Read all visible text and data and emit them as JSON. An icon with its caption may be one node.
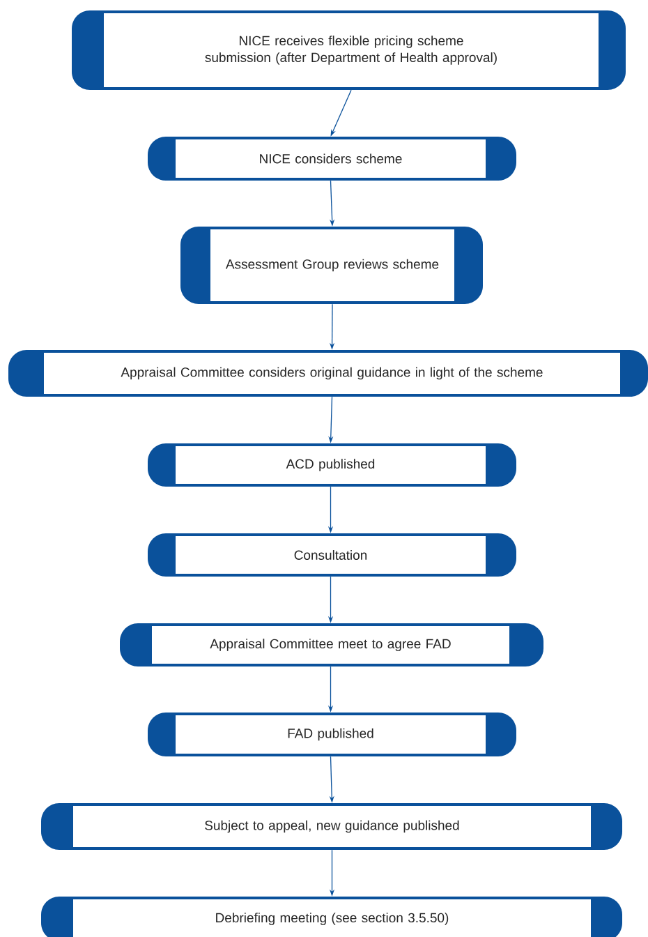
{
  "diagram": {
    "nodes": [
      {
        "text": [
          "NICE receives flexible pricing scheme submission (after Department of Health approval)"
        ]
      },
      {
        "text": [
          "NICE considers scheme"
        ]
      },
      {
        "text": [
          "Assessment Group reviews scheme"
        ]
      },
      {
        "text": [
          "Appraisal Committee considers original guidance in light of the scheme"
        ]
      },
      {
        "text": [
          "ACD published"
        ]
      },
      {
        "text": [
          "Consultation"
        ]
      },
      {
        "text": [
          "Appraisal Committee meet to agree FAD"
        ]
      },
      {
        "text": [
          "FAD published"
        ]
      },
      {
        "text": [
          "Subject to appeal, new guidance published"
        ]
      },
      {
        "text": [
          "Debriefing meeting (see section 3.5.50)"
        ]
      }
    ],
    "edges": [
      {
        "from": 0,
        "to": 1,
        "arrow": "to"
      },
      {
        "from": 1,
        "to": 2,
        "arrow": "to"
      },
      {
        "from": 2,
        "to": 3,
        "arrow": "to"
      },
      {
        "from": 3,
        "to": 4,
        "arrow": "to"
      },
      {
        "from": 4,
        "to": 5,
        "arrow": "to"
      },
      {
        "from": 5,
        "to": 6,
        "arrow": "to"
      },
      {
        "from": 6,
        "to": 7,
        "arrow": "to"
      },
      {
        "from": 7,
        "to": 8,
        "arrow": "to"
      },
      {
        "from": 8,
        "to": 9,
        "arrow": "to"
      }
    ]
  }
}
